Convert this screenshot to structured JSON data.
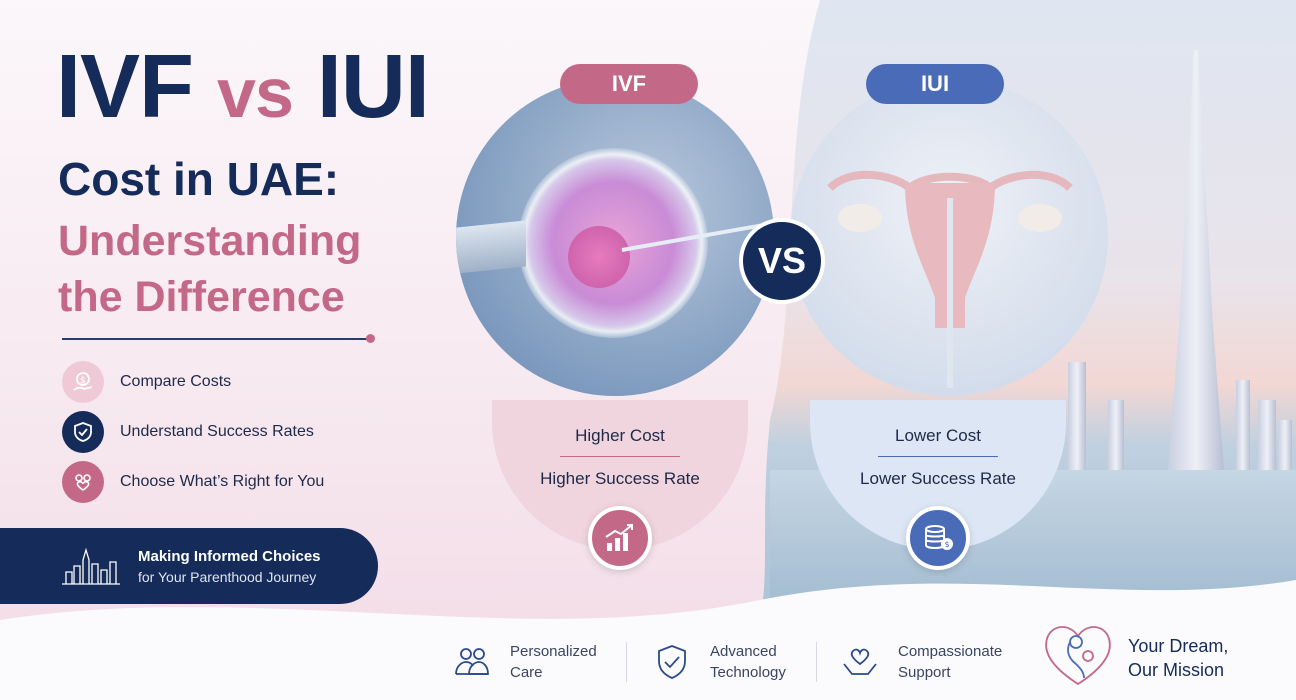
{
  "title": {
    "part1": "IVF",
    "vs": "vs",
    "part2": "IUI",
    "line2": "Cost in UAE:",
    "line3": "Understanding the Difference"
  },
  "features": [
    {
      "label": "Compare Costs",
      "icon": "dollar-hand-icon"
    },
    {
      "label": "Understand Success Rates",
      "icon": "shield-check-icon"
    },
    {
      "label": "Choose What’s Right for You",
      "icon": "people-heart-icon"
    }
  ],
  "cta": {
    "line1": "Making Informed Choices",
    "line2": "for Your Parenthood Journey",
    "icon": "city-skyline-icon"
  },
  "ivf": {
    "label": "IVF",
    "cost": "Higher Cost",
    "success": "Higher Success Rate",
    "icon": "chart-up-icon"
  },
  "iui": {
    "label": "IUI",
    "cost": "Lower Cost",
    "success": "Lower Success Rate",
    "icon": "coins-icon"
  },
  "vs_badge": "VS",
  "footer": [
    {
      "label": "Personalized Care",
      "icon": "people-icon"
    },
    {
      "label": "Advanced Technology",
      "icon": "shield-check-icon"
    },
    {
      "label": "Compassionate Support",
      "icon": "hands-heart-icon"
    }
  ],
  "mission": "Your Dream, Our Mission",
  "colors": {
    "navy": "#152b59",
    "rose": "#c46887",
    "blue": "#4a6cb8"
  }
}
